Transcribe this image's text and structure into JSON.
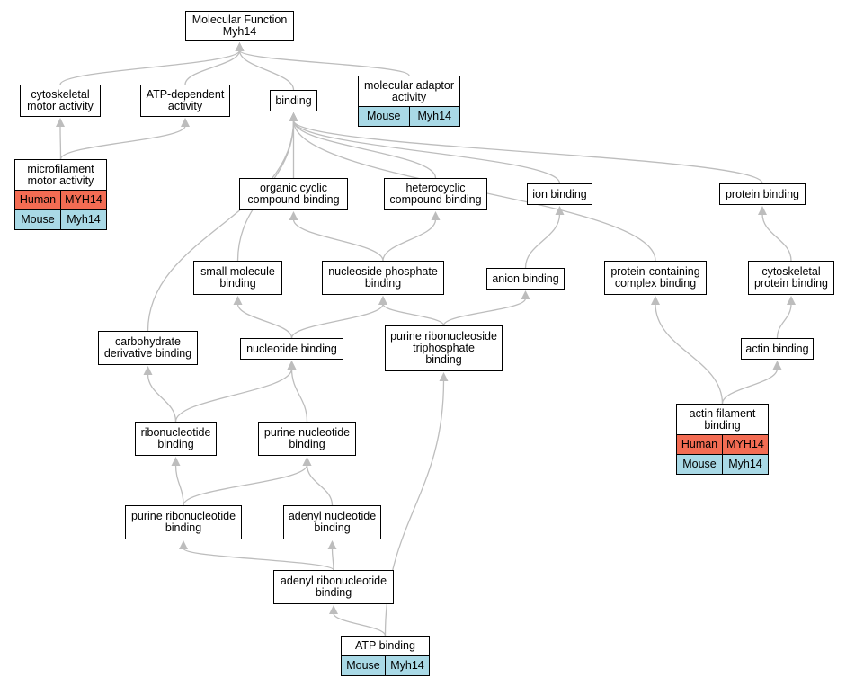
{
  "colors": {
    "edge": "#bdbdbd",
    "human_row": "#f36c53",
    "mouse_row": "#a9d9e6",
    "node_border": "#000000"
  },
  "nodes": {
    "molecular_function": {
      "label": "Molecular Function\nMyh14"
    },
    "cytoskeletal_motor": {
      "label": "cytoskeletal\nmotor activity"
    },
    "atp_dependent": {
      "label": "ATP-dependent\nactivity"
    },
    "binding": {
      "label": "binding"
    },
    "molecular_adaptor": {
      "label": "molecular adaptor\nactivity",
      "rows": [
        {
          "species": "Mouse",
          "gene": "Myh14"
        }
      ]
    },
    "microfilament_motor": {
      "label": "microfilament\nmotor activity",
      "rows": [
        {
          "species": "Human",
          "gene": "MYH14"
        },
        {
          "species": "Mouse",
          "gene": "Myh14"
        }
      ]
    },
    "organic_cyclic": {
      "label": "organic cyclic\ncompound binding"
    },
    "heterocyclic": {
      "label": "heterocyclic\ncompound binding"
    },
    "ion_binding": {
      "label": "ion binding"
    },
    "protein_binding": {
      "label": "protein binding"
    },
    "small_molecule": {
      "label": "small molecule\nbinding"
    },
    "nucleoside_phosphate": {
      "label": "nucleoside phosphate\nbinding"
    },
    "anion_binding": {
      "label": "anion binding"
    },
    "protein_complex": {
      "label": "protein-containing\ncomplex binding"
    },
    "cytoskeletal_protein": {
      "label": "cytoskeletal\nprotein binding"
    },
    "carbohydrate_derivative": {
      "label": "carbohydrate\nderivative binding"
    },
    "nucleotide_binding": {
      "label": "nucleotide binding"
    },
    "purine_rnts": {
      "label": "purine ribonucleoside\ntriphosphate\nbinding"
    },
    "actin_binding": {
      "label": "actin binding"
    },
    "ribonucleotide": {
      "label": "ribonucleotide\nbinding"
    },
    "purine_nucleotide": {
      "label": "purine nucleotide\nbinding"
    },
    "actin_filament": {
      "label": "actin filament\nbinding",
      "rows": [
        {
          "species": "Human",
          "gene": "MYH14"
        },
        {
          "species": "Mouse",
          "gene": "Myh14"
        }
      ]
    },
    "purine_ribonucleotide": {
      "label": "purine ribonucleotide\nbinding"
    },
    "adenyl_nucleotide": {
      "label": "adenyl nucleotide\nbinding"
    },
    "adenyl_ribonucleotide": {
      "label": "adenyl ribonucleotide\nbinding"
    },
    "atp_binding": {
      "label": "ATP binding",
      "rows": [
        {
          "species": "Mouse",
          "gene": "Myh14"
        }
      ]
    }
  },
  "edges": [
    [
      "cytoskeletal_motor",
      "molecular_function"
    ],
    [
      "atp_dependent",
      "molecular_function"
    ],
    [
      "binding",
      "molecular_function"
    ],
    [
      "molecular_adaptor",
      "molecular_function"
    ],
    [
      "microfilament_motor",
      "cytoskeletal_motor"
    ],
    [
      "microfilament_motor",
      "atp_dependent"
    ],
    [
      "organic_cyclic",
      "binding"
    ],
    [
      "heterocyclic",
      "binding"
    ],
    [
      "ion_binding",
      "binding"
    ],
    [
      "protein_binding",
      "binding"
    ],
    [
      "small_molecule",
      "binding"
    ],
    [
      "protein_complex",
      "binding"
    ],
    [
      "carbohydrate_derivative",
      "binding"
    ],
    [
      "nucleoside_phosphate",
      "organic_cyclic"
    ],
    [
      "nucleoside_phosphate",
      "heterocyclic"
    ],
    [
      "anion_binding",
      "ion_binding"
    ],
    [
      "cytoskeletal_protein",
      "protein_binding"
    ],
    [
      "nucleotide_binding",
      "small_molecule"
    ],
    [
      "nucleotide_binding",
      "nucleoside_phosphate"
    ],
    [
      "purine_rnts",
      "nucleoside_phosphate"
    ],
    [
      "purine_rnts",
      "anion_binding"
    ],
    [
      "actin_binding",
      "cytoskeletal_protein"
    ],
    [
      "ribonucleotide",
      "carbohydrate_derivative"
    ],
    [
      "ribonucleotide",
      "nucleotide_binding"
    ],
    [
      "purine_nucleotide",
      "nucleotide_binding"
    ],
    [
      "actin_filament",
      "protein_complex"
    ],
    [
      "actin_filament",
      "actin_binding"
    ],
    [
      "purine_ribonucleotide",
      "ribonucleotide"
    ],
    [
      "purine_ribonucleotide",
      "purine_nucleotide"
    ],
    [
      "adenyl_nucleotide",
      "purine_nucleotide"
    ],
    [
      "adenyl_ribonucleotide",
      "purine_ribonucleotide"
    ],
    [
      "adenyl_ribonucleotide",
      "adenyl_nucleotide"
    ],
    [
      "atp_binding",
      "adenyl_ribonucleotide"
    ],
    [
      "atp_binding",
      "purine_rnts"
    ]
  ]
}
